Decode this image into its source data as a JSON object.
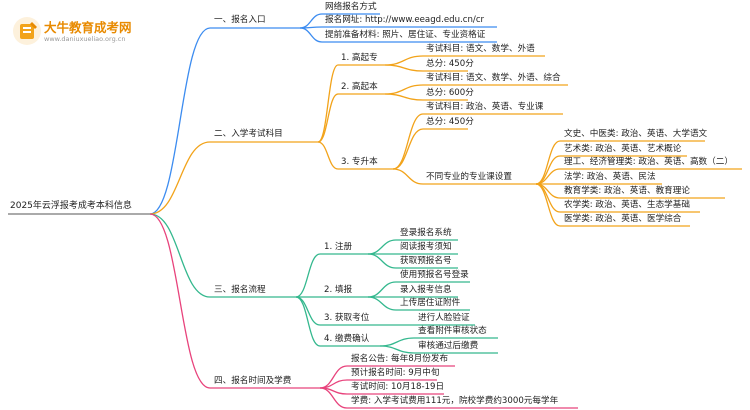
{
  "logo": {
    "title": "大牛教育成考网",
    "url": "www.daniuxueliao.org.cn"
  },
  "root": "2025年云浮报考成考本科信息",
  "branches": {
    "b1": {
      "label": "一、报名入口",
      "items": [
        "网络报名方式",
        "报名网址: http://www.eeagd.edu.cn/cr",
        "提前准备材料: 照片、居住证、专业资格证"
      ]
    },
    "b2": {
      "label": "二、入学考试科目",
      "gqz": {
        "label": "1. 高起专",
        "items": [
          "考试科目: 语文、数学、外语",
          "总分: 450分"
        ]
      },
      "gqb": {
        "label": "2. 高起本",
        "items": [
          "考试科目: 语文、数学、外语、综合",
          "总分: 600分"
        ]
      },
      "zsb": {
        "label": "3. 专升本",
        "items": [
          "考试科目: 政治、英语、专业课",
          "总分: 450分"
        ],
        "sub": {
          "label": "不同专业的专业课设置",
          "items": [
            "文史、中医类: 政治、英语、大学语文",
            "艺术类: 政治、英语、艺术概论",
            "理工、经济管理类: 政治、英语、高数（二）",
            "法学: 政治、英语、民法",
            "教育学类: 政治、英语、教育理论",
            "农学类: 政治、英语、生态学基础",
            "医学类: 政治、英语、医学综合"
          ]
        }
      }
    },
    "b3": {
      "label": "三、报名流程",
      "zc": {
        "label": "1. 注册",
        "items": [
          "登录报名系统",
          "阅读报考须知",
          "获取预报名号"
        ]
      },
      "tb": {
        "label": "2. 填报",
        "items": [
          "使用预报名号登录",
          "录入报考信息",
          "上传居住证附件"
        ]
      },
      "hq": {
        "label": "3. 获取考位",
        "items": [
          "进行人脸验证"
        ]
      },
      "jf": {
        "label": "4. 缴费确认",
        "items": [
          "查看附件审核状态",
          "审核通过后缴费"
        ]
      }
    },
    "b4": {
      "label": "四、报名时间及学费",
      "items": [
        "报名公告: 每年8月份发布",
        "预计报名时间: 9月中旬",
        "考试时间: 10月18-19日",
        "学费: 入学考试费用111元，院校学费约3000元每学年"
      ]
    }
  },
  "colors": {
    "b1": "#3c8cf0",
    "b2": "#f2a31a",
    "b3": "#34b88e",
    "b4": "#e8437c",
    "logo": "#e88a00"
  }
}
